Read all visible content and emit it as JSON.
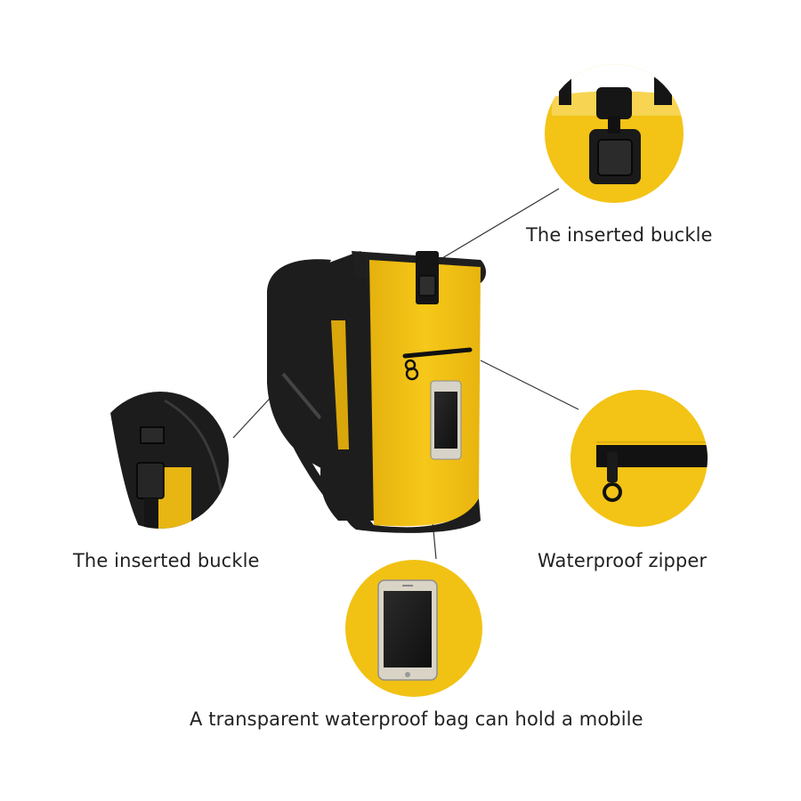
{
  "captions": {
    "top_right": "The inserted buckle",
    "left": "The inserted buckle",
    "right": "Waterproof zipper",
    "bottom": "A transparent waterproof bag can hold a mobile"
  },
  "colors": {
    "bag_yellow": "#f3c315",
    "bag_black": "#1d1d1d",
    "leader_line": "#333333",
    "caption_text": "#222222"
  }
}
